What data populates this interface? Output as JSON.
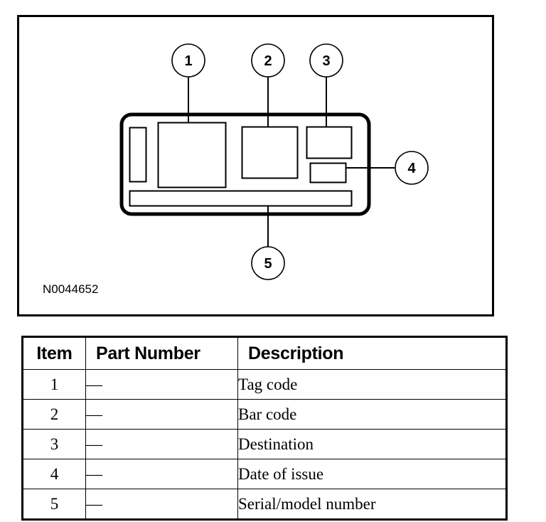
{
  "figure": {
    "id_label": "N0044652",
    "callouts": [
      {
        "number": "1",
        "target": "tag-code-box"
      },
      {
        "number": "2",
        "target": "bar-code-box"
      },
      {
        "number": "3",
        "target": "destination-box"
      },
      {
        "number": "4",
        "target": "date-of-issue-box"
      },
      {
        "number": "5",
        "target": "serial-model-number-bar"
      }
    ]
  },
  "table": {
    "headers": {
      "item": "Item",
      "part_number": "Part Number",
      "description": "Description"
    },
    "rows": [
      {
        "item": "1",
        "part_number": "—",
        "description": "Tag code"
      },
      {
        "item": "2",
        "part_number": "—",
        "description": "Bar code"
      },
      {
        "item": "3",
        "part_number": "—",
        "description": "Destination"
      },
      {
        "item": "4",
        "part_number": "—",
        "description": "Date of issue"
      },
      {
        "item": "5",
        "part_number": "—",
        "description": "Serial/model number"
      }
    ]
  },
  "colors": {
    "ink": "#000000",
    "paper": "#ffffff"
  }
}
